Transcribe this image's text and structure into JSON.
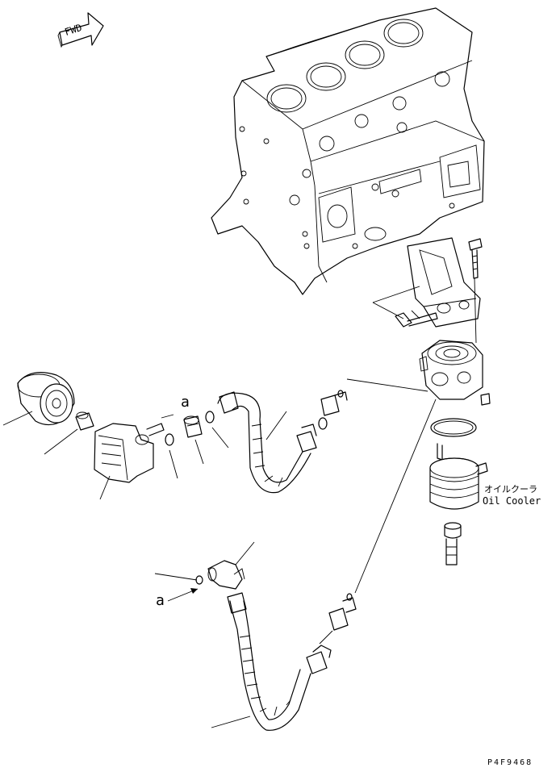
{
  "fwd_label": "FWD",
  "oil_cooler_label_jp": "オイルクーラ",
  "oil_cooler_label_en": "Oil Cooler",
  "ref_mark_top": "a",
  "ref_mark_bottom": "a",
  "drawing_number": "P4F9468"
}
